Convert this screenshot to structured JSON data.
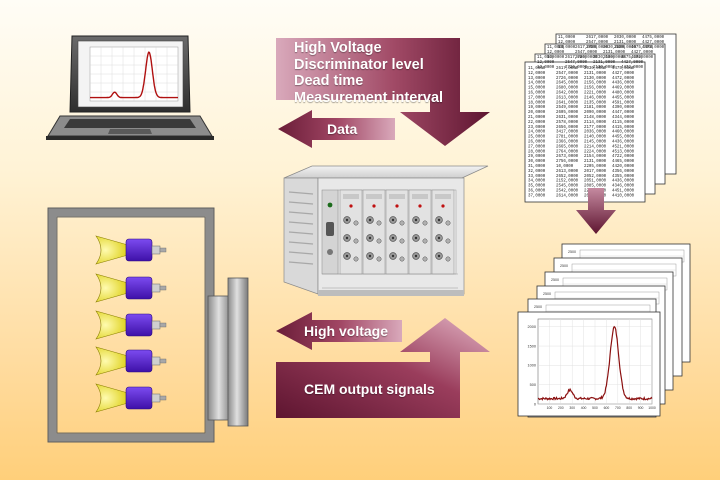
{
  "diagram": {
    "command_list": [
      "High Voltage",
      "Discriminator level",
      "Dead time",
      "Measurement interval"
    ],
    "data_label": "Data",
    "high_voltage_label": "High voltage",
    "cem_signals_label": "CEM output signals",
    "colors": {
      "arrow_dark": "#8a2c4a",
      "arrow_light": "#d6a0b4",
      "detector_body": "#5a1fd1",
      "detector_cone": "#f0e800",
      "chart_line": "#8b1010"
    },
    "data_table": [
      [
        "11,0000",
        "2617,0000",
        "2030,0000",
        "4475,0000"
      ],
      [
        "12,0000",
        "2547,0000",
        "2131,0000",
        "4427,0000"
      ],
      [
        "13,0000",
        "2726,0000",
        "2130,0000",
        "4472,0000"
      ],
      [
        "14,0000",
        "2645,0000",
        "2156,0000",
        "4436,0000"
      ],
      [
        "15,0000",
        "2680,0000",
        "2156,0000",
        "4469,0000"
      ],
      [
        "16,0000",
        "2642,0000",
        "2221,0000",
        "4480,0000"
      ],
      [
        "17,0000",
        "2613,0000",
        "2146,0000",
        "4455,0000"
      ],
      [
        "18,0000",
        "2641,0000",
        "2135,0000",
        "4591,0000"
      ],
      [
        "19,0000",
        "2549,0000",
        "2181,0000",
        "4390,0000"
      ],
      [
        "20,0000",
        "2605,0000",
        "2090,0000",
        "4447,0000"
      ],
      [
        "21,0000",
        "2631,0000",
        "2148,0000",
        "4344,0000"
      ],
      [
        "22,0000",
        "2578,0000",
        "2114,0000",
        "4115,0000"
      ],
      [
        "23,0000",
        "2656,0000",
        "2177,0000",
        "4415,0000"
      ],
      [
        "24,0000",
        "3417,0000",
        "2036,0000",
        "4460,0000"
      ],
      [
        "25,0000",
        "2781,0000",
        "2140,0000",
        "4455,0000"
      ],
      [
        "26,0000",
        "2366,0000",
        "2145,0000",
        "4436,0000"
      ],
      [
        "27,0000",
        "2665,0000",
        "2214,0000",
        "4521,0000"
      ],
      [
        "28,0000",
        "2764,0000",
        "2224,0000",
        "4513,0000"
      ],
      [
        "29,0000",
        "2673,0000",
        "2154,0000",
        "4722,0000"
      ],
      [
        "30,0000",
        "2756,0000",
        "2131,0000",
        "4465,0000"
      ],
      [
        "31,0000",
        "10,0000",
        "2205,0000",
        "4420,0000"
      ],
      [
        "32,0000",
        "2613,0000",
        "2017,0000",
        "4356,0000"
      ],
      [
        "33,0000",
        "2652,0000",
        "2052,0000",
        "4355,0000"
      ],
      [
        "34,0000",
        "2152,0000",
        "2051,0000",
        "4436,0000"
      ],
      [
        "35,0000",
        "2545,0000",
        "2085,0000",
        "4346,0000"
      ],
      [
        "36,0000",
        "2542,0000",
        "2212,0000",
        "4451,0000"
      ],
      [
        "37,0000",
        "2614,0000",
        "2078,0000",
        "4410,0000"
      ]
    ],
    "spectrum_y_ticks": [
      "2000",
      "1500",
      "1000",
      "500",
      "0"
    ],
    "spectrum_x_ticks": [
      "100",
      "200",
      "300",
      "400",
      "500",
      "600",
      "700",
      "800",
      "900",
      "1000"
    ],
    "stack_y_tick": "2500",
    "spectrum_shape": {
      "x_range": [
        0,
        1000
      ],
      "y_range": [
        0,
        2200
      ],
      "baseline": 140,
      "peaks": [
        {
          "center": 280,
          "width": 25,
          "height": 220
        },
        {
          "center": 670,
          "width": 38,
          "height": 1850
        }
      ]
    }
  }
}
